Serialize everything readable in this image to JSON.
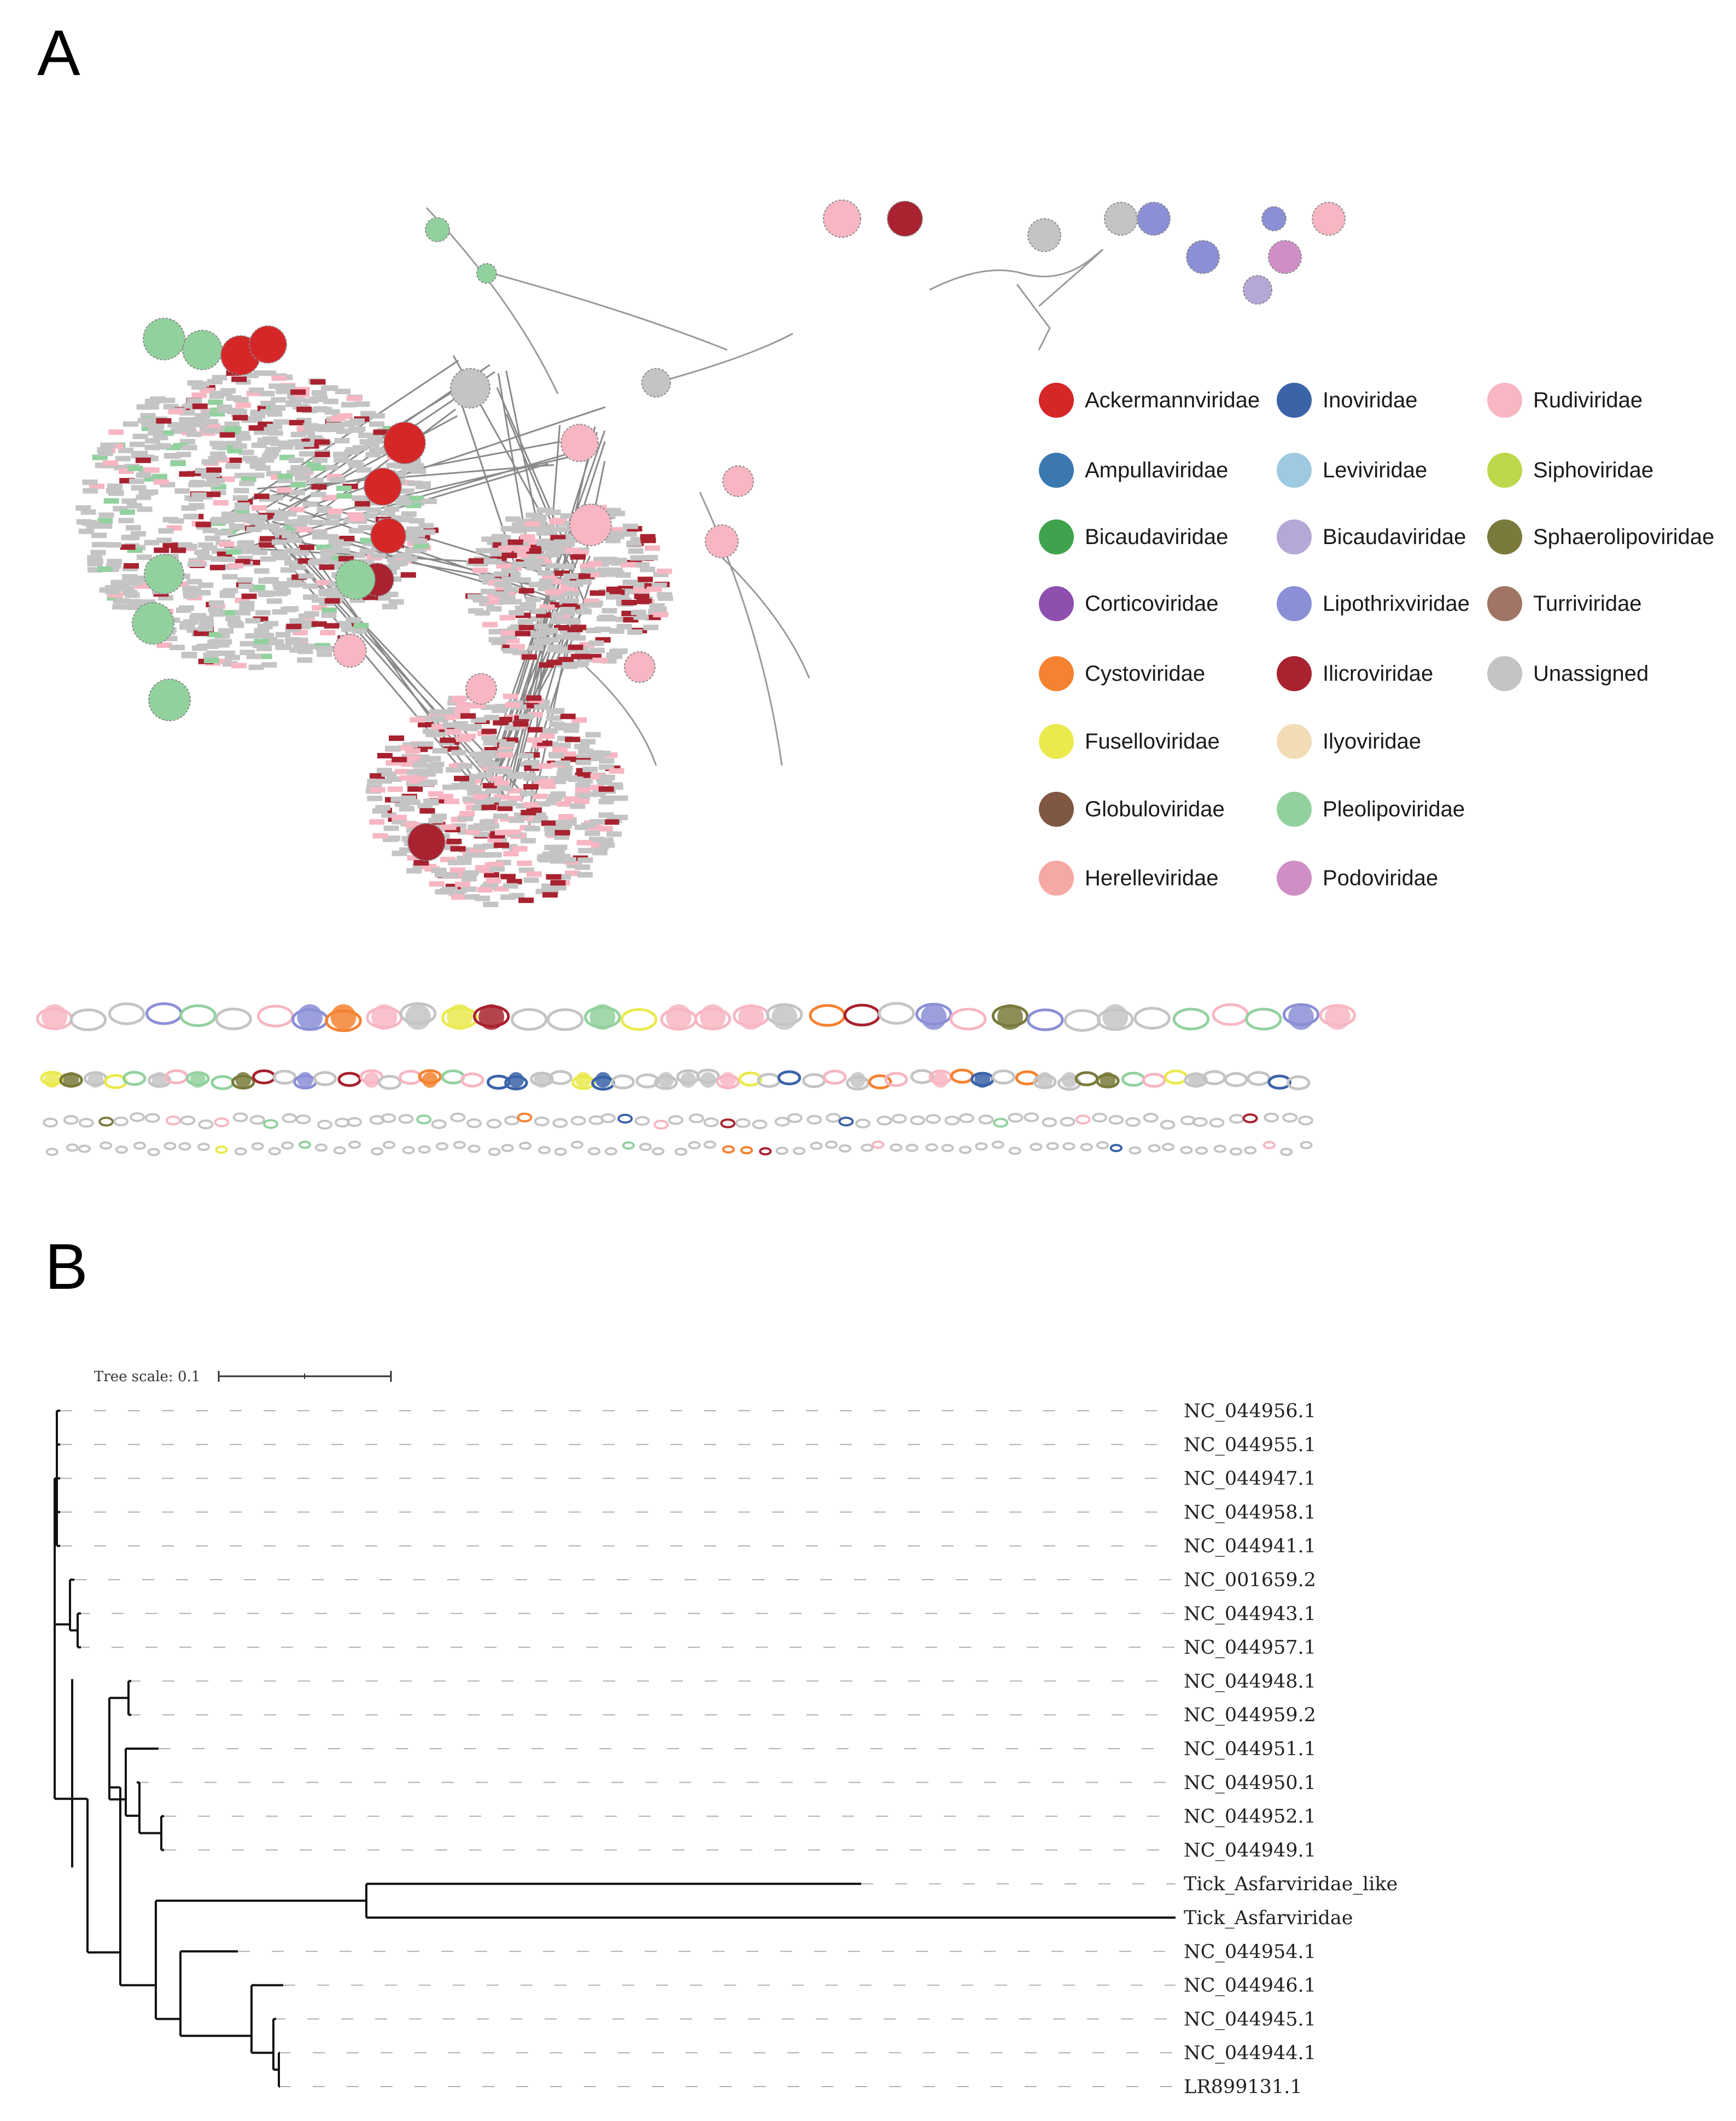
{
  "panels": {
    "a_label": "A",
    "b_label": "B"
  },
  "legend": [
    {
      "label": "Ackermannviridae",
      "color": "#d62728"
    },
    {
      "label": "Inoviridae",
      "color": "#3a63a8"
    },
    {
      "label": "Rudiviridae",
      "color": "#f7b6c2"
    },
    {
      "label": "Ampullaviridae",
      "color": "#3b78b0"
    },
    {
      "label": "Leviviridae",
      "color": "#9ecae1"
    },
    {
      "label": "Siphoviridae",
      "color": "#bcd84b"
    },
    {
      "label": "Bicaudaviridae",
      "color": "#3fa34d"
    },
    {
      "label": "Bicaudaviridae",
      "color": "#b5a7d6"
    },
    {
      "label": "Sphaerolipoviridae",
      "color": "#7a7a3c"
    },
    {
      "label": "Corticoviridae",
      "color": "#8e4fae"
    },
    {
      "label": "Lipothrixviridae",
      "color": "#8a8fd6"
    },
    {
      "label": "Turriviridae",
      "color": "#a07565"
    },
    {
      "label": "Cystoviridae",
      "color": "#f58231"
    },
    {
      "label": "Ilicroviridae",
      "color": "#a8222f"
    },
    {
      "label": "Unassigned",
      "color": "#c4c4c4"
    },
    {
      "label": "Fuselloviridae",
      "color": "#eaea4f"
    },
    {
      "label": "Ilyoviridae",
      "color": "#f1dcb6"
    },
    {
      "label": "Globuloviridae",
      "color": "#7f5743"
    },
    {
      "label": "Pleolipoviridae",
      "color": "#92d19e"
    },
    {
      "label": "Herelleviridae",
      "color": "#f6a8a4"
    },
    {
      "label": "Podoviridae",
      "color": "#cf8fc6"
    }
  ],
  "tree": {
    "scale_label": "Tree scale: 0.1",
    "leaves": [
      "NC_044956.1",
      "NC_044955.1",
      "NC_044947.1",
      "NC_044958.1",
      "NC_044941.1",
      "NC_001659.2",
      "NC_044943.1",
      "NC_044957.1",
      "NC_044948.1",
      "NC_044959.2",
      "NC_044951.1",
      "NC_044950.1",
      "NC_044952.1",
      "NC_044949.1",
      "Tick_Asfarviridae_like",
      "Tick_Asfarviridae",
      "NC_044954.1",
      "NC_044946.1",
      "NC_044945.1",
      "NC_044944.1",
      "LR899131.1"
    ]
  }
}
